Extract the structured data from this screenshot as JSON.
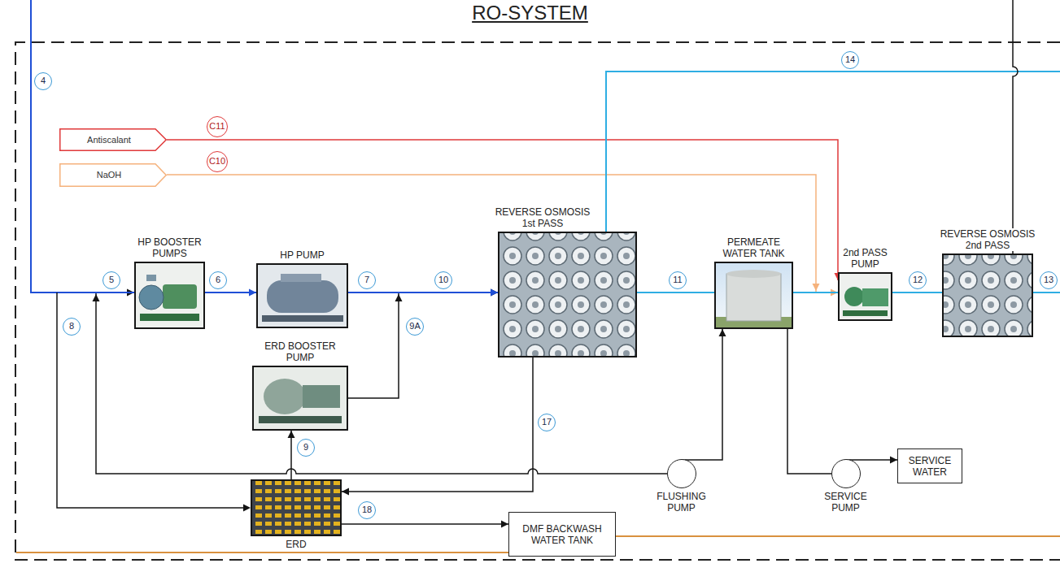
{
  "diagram": {
    "title": "RO-SYSTEM",
    "nodes": [
      {
        "text": [
          "Antiscalant"
        ]
      },
      {
        "text": [
          "NaOH"
        ]
      },
      {
        "text": [
          "HP BOOSTER PUMPS"
        ]
      },
      {
        "text": [
          "HP PUMP"
        ]
      },
      {
        "text": [
          "ERD BOOSTER PUMP"
        ]
      },
      {
        "text": [
          "REVERSE OSMOSIS 1st PASS"
        ]
      },
      {
        "text": [
          "PERMEATE WATER TANK"
        ]
      },
      {
        "text": [
          "2nd PASS PUMP"
        ]
      },
      {
        "text": [
          "REVERSE OSMOSIS 2nd PASS"
        ]
      },
      {
        "text": [
          "ERD"
        ]
      },
      {
        "text": [
          "FLUSHING PUMP"
        ]
      },
      {
        "text": [
          "SERVICE PUMP"
        ]
      },
      {
        "text": [
          "SERVICE WATER"
        ]
      },
      {
        "text": [
          "DMF BACKWASH WATER TANK"
        ]
      }
    ],
    "edges": [
      {
        "from": 2,
        "to": 3,
        "arrow": "to"
      },
      {
        "from": 3,
        "to": 5,
        "arrow": "to"
      },
      {
        "from": 4,
        "to": 5,
        "arrow": "to"
      },
      {
        "from": 9,
        "to": 4,
        "arrow": "to"
      },
      {
        "from": 5,
        "to": 9,
        "arrow": "to"
      },
      {
        "from": 9,
        "to": 13,
        "arrow": "to"
      },
      {
        "from": 10,
        "to": 2,
        "arrow": "to"
      },
      {
        "from": 10,
        "to": 6,
        "arrow": "to"
      },
      {
        "from": 5,
        "to": 6,
        "arrow": "none"
      },
      {
        "from": 6,
        "to": 7,
        "arrow": "none"
      },
      {
        "from": 0,
        "to": 7,
        "arrow": "to"
      },
      {
        "from": 1,
        "to": 7,
        "arrow": "to"
      },
      {
        "from": 7,
        "to": 8,
        "arrow": "none"
      },
      {
        "from": 6,
        "to": 11,
        "arrow": "none"
      },
      {
        "from": 11,
        "to": 12,
        "arrow": "to"
      }
    ],
    "labels": [
      "4",
      "14",
      "C11",
      "C10",
      "5",
      "6",
      "7",
      "10",
      "11",
      "12",
      "13",
      "8",
      "9A",
      "9",
      "17",
      "18"
    ]
  }
}
